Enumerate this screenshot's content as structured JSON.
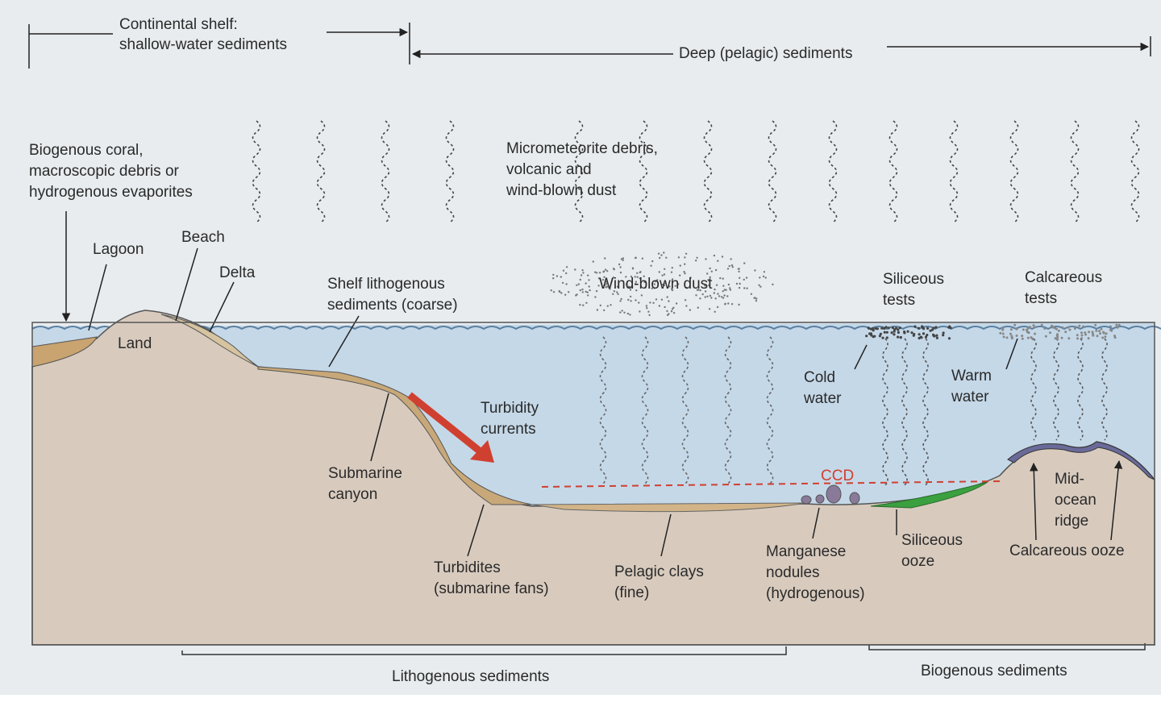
{
  "spans": {
    "continental_shelf": [
      "Continental shelf:",
      "shallow-water sediments"
    ],
    "deep": "Deep (pelagic) sediments",
    "lithogenous": "Lithogenous sediments",
    "biogenous": "Biogenous sediments"
  },
  "labels": {
    "biogenous_coral": [
      "Biogenous coral,",
      "macroscopic debris or",
      "hydrogenous evaporites"
    ],
    "lagoon": "Lagoon",
    "beach": "Beach",
    "delta": "Delta",
    "land": "Land",
    "shelf_lithogenous": [
      "Shelf lithogenous",
      "sediments (coarse)"
    ],
    "micrometeorite": [
      "Micrometeorite debris,",
      "volcanic and",
      "wind-blown dust"
    ],
    "wind_blown_dust": "Wind-blown dust",
    "siliceous_tests": [
      "Siliceous",
      "tests"
    ],
    "calcareous_tests": [
      "Calcareous",
      "tests"
    ],
    "cold_water": [
      "Cold",
      "water"
    ],
    "warm_water": [
      "Warm",
      "water"
    ],
    "turbidity_currents": [
      "Turbidity",
      "currents"
    ],
    "submarine_canyon": [
      "Submarine",
      "canyon"
    ],
    "ccd": "CCD",
    "mid_ocean_ridge": [
      "Mid-",
      "ocean",
      "ridge"
    ],
    "turbidites": [
      "Turbidites",
      "(submarine fans)"
    ],
    "pelagic_clays": [
      "Pelagic clays",
      "(fine)"
    ],
    "manganese_nodules": [
      "Manganese",
      "nodules",
      "(hydrogenous)"
    ],
    "siliceous_ooze": [
      "Siliceous",
      "ooze"
    ],
    "calcareous_ooze": "Calcareous ooze"
  },
  "colors": {
    "background": "#e8ecef",
    "seafloor": "#d9ccc0",
    "water": "#bfd4e6",
    "shelf_sediment": "#c8b090",
    "turbidity_arrow": "#d04030",
    "ccd_line": "#d04030",
    "siliceous_ooze": "#3aa040",
    "calcareous_ooze": "#6a6a9a",
    "manganese": "#8a7a9a"
  }
}
